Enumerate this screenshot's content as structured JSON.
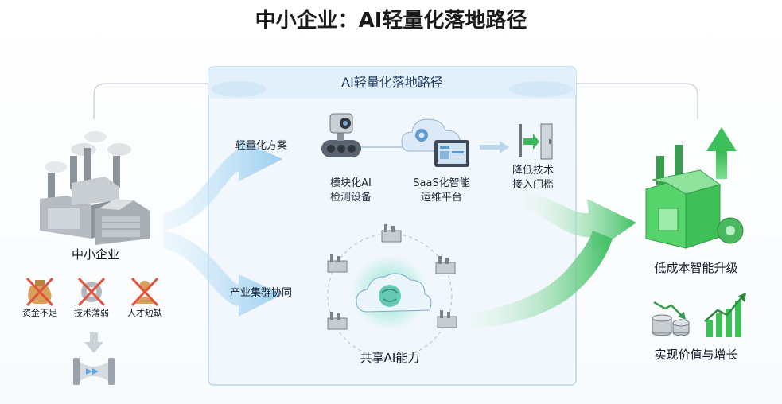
{
  "title": "中小企业：AI轻量化落地路径",
  "panel": {
    "title": "AI轻量化落地路径"
  },
  "left": {
    "label": "中小企业",
    "problems": [
      {
        "label": "资金不足",
        "icon": "money-bag-icon"
      },
      {
        "label": "技术薄弱",
        "icon": "gear-icon"
      },
      {
        "label": "人才短缺",
        "icon": "person-icon"
      }
    ],
    "bottom_icon": "funnel-icon"
  },
  "paths": {
    "upper_label": "轻量化方案",
    "lower_label": "产业集群协同"
  },
  "upper": {
    "device_label_1": "模块化AI",
    "device_label_2": "检测设备",
    "saas_label_1": "SaaS化智能",
    "saas_label_2": "运维平台",
    "barrier_label_1": "降低技术",
    "barrier_label_2": "接入门槛"
  },
  "lower": {
    "shared_label": "共享AI能力"
  },
  "right": {
    "upgrade_label": "低成本智能升级",
    "value_label": "实现价值与增长"
  },
  "colors": {
    "blue_arrow": "#8cc8ef",
    "green_arrow": "#49c86c",
    "factory_green": "#56d36b",
    "panel_bg": "#eef6fc",
    "panel_border": "#a9d0ec"
  }
}
